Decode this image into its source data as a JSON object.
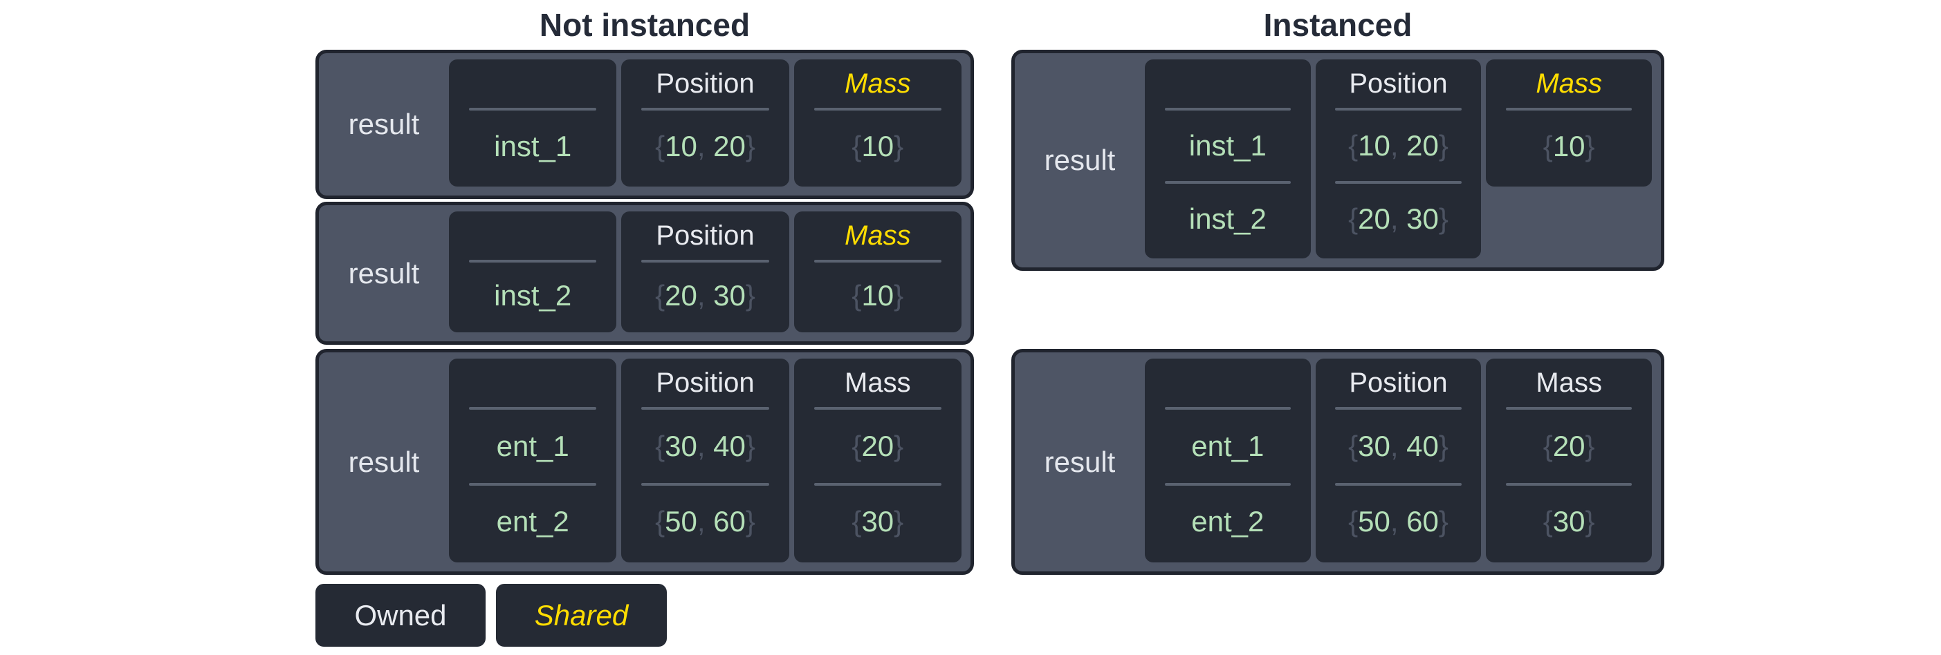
{
  "titles": {
    "left": "Not instanced",
    "right": "Instanced"
  },
  "legend": {
    "owned": "Owned",
    "shared": "Shared"
  },
  "colors": {
    "background": "#ffffff",
    "title_text": "#252b38",
    "panel_bg": "#4e5565",
    "panel_border": "#20242e",
    "cell_bg": "#252a34",
    "header_text": "#e9ebf0",
    "shared_text": "#ffdd00",
    "value_text": "#b5e0b8",
    "punct_text": "#4c5362",
    "divider": "#5a6270",
    "result_text": "#e5e8ee"
  },
  "tables": [
    {
      "label": "result",
      "cells": [
        {
          "header": "",
          "shared": false,
          "rows": [
            {
              "parts": [
                {
                  "t": "inst_1",
                  "k": "name"
                }
              ]
            }
          ]
        },
        {
          "header": "Position",
          "shared": false,
          "rows": [
            {
              "parts": [
                {
                  "t": "{",
                  "k": "punct"
                },
                {
                  "t": "10",
                  "k": "num"
                },
                {
                  "t": ", ",
                  "k": "punct"
                },
                {
                  "t": "20",
                  "k": "num"
                },
                {
                  "t": "}",
                  "k": "punct"
                }
              ]
            }
          ]
        },
        {
          "header": "Mass",
          "shared": true,
          "rows": [
            {
              "parts": [
                {
                  "t": "{",
                  "k": "punct"
                },
                {
                  "t": "10",
                  "k": "num"
                },
                {
                  "t": "}",
                  "k": "punct"
                }
              ]
            }
          ]
        }
      ]
    },
    {
      "label": "result",
      "cells": [
        {
          "header": "",
          "shared": false,
          "rows": [
            {
              "parts": [
                {
                  "t": "inst_2",
                  "k": "name"
                }
              ]
            }
          ]
        },
        {
          "header": "Position",
          "shared": false,
          "rows": [
            {
              "parts": [
                {
                  "t": "{",
                  "k": "punct"
                },
                {
                  "t": "20",
                  "k": "num"
                },
                {
                  "t": ", ",
                  "k": "punct"
                },
                {
                  "t": "30",
                  "k": "num"
                },
                {
                  "t": "}",
                  "k": "punct"
                }
              ]
            }
          ]
        },
        {
          "header": "Mass",
          "shared": true,
          "rows": [
            {
              "parts": [
                {
                  "t": "{",
                  "k": "punct"
                },
                {
                  "t": "10",
                  "k": "num"
                },
                {
                  "t": "}",
                  "k": "punct"
                }
              ]
            }
          ]
        }
      ]
    },
    {
      "label": "result",
      "cells": [
        {
          "header": "",
          "shared": false,
          "rows": [
            {
              "parts": [
                {
                  "t": "ent_1",
                  "k": "name"
                }
              ]
            },
            {
              "parts": [
                {
                  "t": "ent_2",
                  "k": "name"
                }
              ]
            }
          ]
        },
        {
          "header": "Position",
          "shared": false,
          "rows": [
            {
              "parts": [
                {
                  "t": "{",
                  "k": "punct"
                },
                {
                  "t": "30",
                  "k": "num"
                },
                {
                  "t": ", ",
                  "k": "punct"
                },
                {
                  "t": "40",
                  "k": "num"
                },
                {
                  "t": "}",
                  "k": "punct"
                }
              ]
            },
            {
              "parts": [
                {
                  "t": "{",
                  "k": "punct"
                },
                {
                  "t": "50",
                  "k": "num"
                },
                {
                  "t": ", ",
                  "k": "punct"
                },
                {
                  "t": "60",
                  "k": "num"
                },
                {
                  "t": "}",
                  "k": "punct"
                }
              ]
            }
          ]
        },
        {
          "header": "Mass",
          "shared": false,
          "rows": [
            {
              "parts": [
                {
                  "t": "{",
                  "k": "punct"
                },
                {
                  "t": "20",
                  "k": "num"
                },
                {
                  "t": "}",
                  "k": "punct"
                }
              ]
            },
            {
              "parts": [
                {
                  "t": "{",
                  "k": "punct"
                },
                {
                  "t": "30",
                  "k": "num"
                },
                {
                  "t": "}",
                  "k": "punct"
                }
              ]
            }
          ]
        }
      ]
    },
    {
      "label": "result",
      "cells": [
        {
          "header": "",
          "shared": false,
          "rows": [
            {
              "parts": [
                {
                  "t": "inst_1",
                  "k": "name"
                }
              ]
            },
            {
              "parts": [
                {
                  "t": "inst_2",
                  "k": "name"
                }
              ]
            }
          ]
        },
        {
          "header": "Position",
          "shared": false,
          "rows": [
            {
              "parts": [
                {
                  "t": "{",
                  "k": "punct"
                },
                {
                  "t": "10",
                  "k": "num"
                },
                {
                  "t": ", ",
                  "k": "punct"
                },
                {
                  "t": "20",
                  "k": "num"
                },
                {
                  "t": "}",
                  "k": "punct"
                }
              ]
            },
            {
              "parts": [
                {
                  "t": "{",
                  "k": "punct"
                },
                {
                  "t": "20",
                  "k": "num"
                },
                {
                  "t": ", ",
                  "k": "punct"
                },
                {
                  "t": "30",
                  "k": "num"
                },
                {
                  "t": "}",
                  "k": "punct"
                }
              ]
            }
          ]
        },
        {
          "header": "Mass",
          "shared": true,
          "truncated": true,
          "rows": [
            {
              "parts": [
                {
                  "t": "{",
                  "k": "punct"
                },
                {
                  "t": "10",
                  "k": "num"
                },
                {
                  "t": "}",
                  "k": "punct"
                }
              ]
            }
          ]
        }
      ]
    },
    {
      "label": "result",
      "cells": [
        {
          "header": "",
          "shared": false,
          "rows": [
            {
              "parts": [
                {
                  "t": "ent_1",
                  "k": "name"
                }
              ]
            },
            {
              "parts": [
                {
                  "t": "ent_2",
                  "k": "name"
                }
              ]
            }
          ]
        },
        {
          "header": "Position",
          "shared": false,
          "rows": [
            {
              "parts": [
                {
                  "t": "{",
                  "k": "punct"
                },
                {
                  "t": "30",
                  "k": "num"
                },
                {
                  "t": ", ",
                  "k": "punct"
                },
                {
                  "t": "40",
                  "k": "num"
                },
                {
                  "t": "}",
                  "k": "punct"
                }
              ]
            },
            {
              "parts": [
                {
                  "t": "{",
                  "k": "punct"
                },
                {
                  "t": "50",
                  "k": "num"
                },
                {
                  "t": ", ",
                  "k": "punct"
                },
                {
                  "t": "60",
                  "k": "num"
                },
                {
                  "t": "}",
                  "k": "punct"
                }
              ]
            }
          ]
        },
        {
          "header": "Mass",
          "shared": false,
          "rows": [
            {
              "parts": [
                {
                  "t": "{",
                  "k": "punct"
                },
                {
                  "t": "20",
                  "k": "num"
                },
                {
                  "t": "}",
                  "k": "punct"
                }
              ]
            },
            {
              "parts": [
                {
                  "t": "{",
                  "k": "punct"
                },
                {
                  "t": "30",
                  "k": "num"
                },
                {
                  "t": "}",
                  "k": "punct"
                }
              ]
            }
          ]
        }
      ]
    }
  ]
}
